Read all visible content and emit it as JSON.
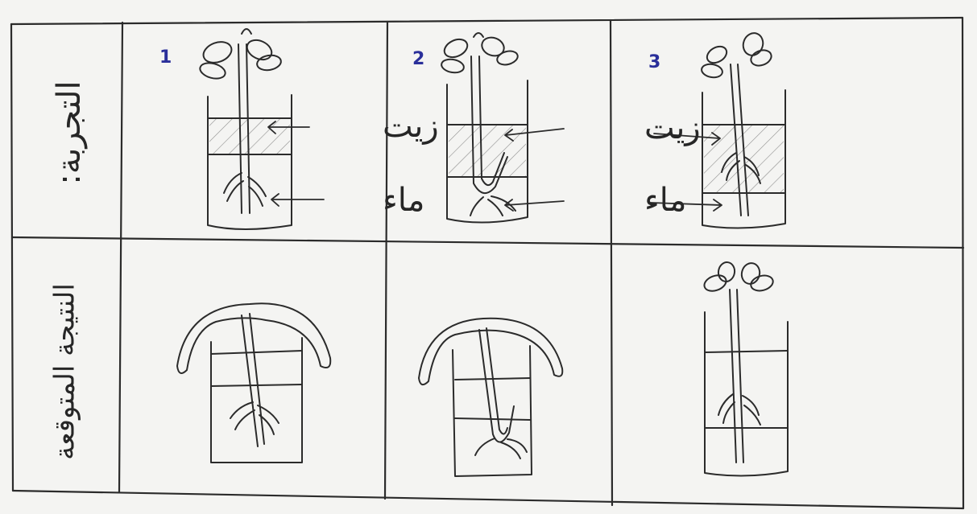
{
  "row_labels": {
    "experiment": "التجربة:",
    "expected_result": "النتيجة المتوقعة"
  },
  "experiments": [
    {
      "number": "1"
    },
    {
      "number": "2"
    },
    {
      "number": "3"
    }
  ],
  "labels": {
    "oil": "زيت",
    "water": "ماء"
  },
  "colors": {
    "paper": "#f4f4f2",
    "ink": "#2b2b2b",
    "number_ink": "#2a2f9a"
  }
}
